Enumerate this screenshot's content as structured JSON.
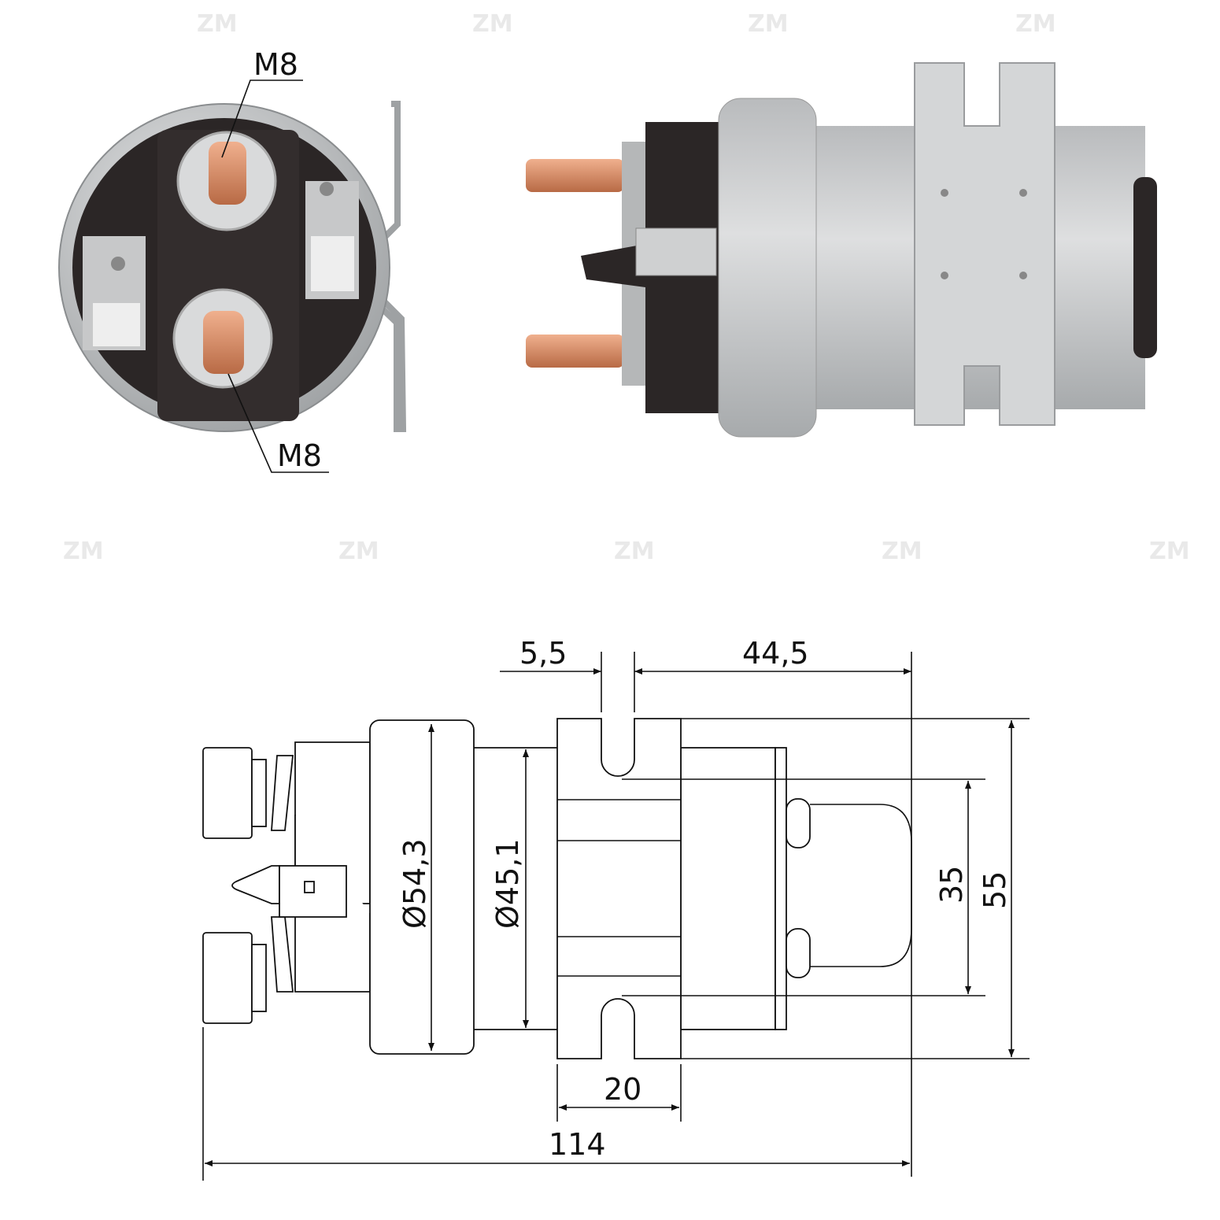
{
  "watermark": "ZM",
  "front_view": {
    "callout_top": "M8",
    "callout_bottom": "M8"
  },
  "dimensions": {
    "gap": "5,5",
    "bracket_to_end": "44,5",
    "flange_diameter": "Ø54,3",
    "body_diameter": "Ø45,1",
    "slot_spacing": "35",
    "bracket_height": "55",
    "bracket_width": "20",
    "overall_length": "114"
  },
  "colors": {
    "copper": "#d98a63",
    "housing": "#2b2626",
    "steel": "#c9cbcc"
  }
}
